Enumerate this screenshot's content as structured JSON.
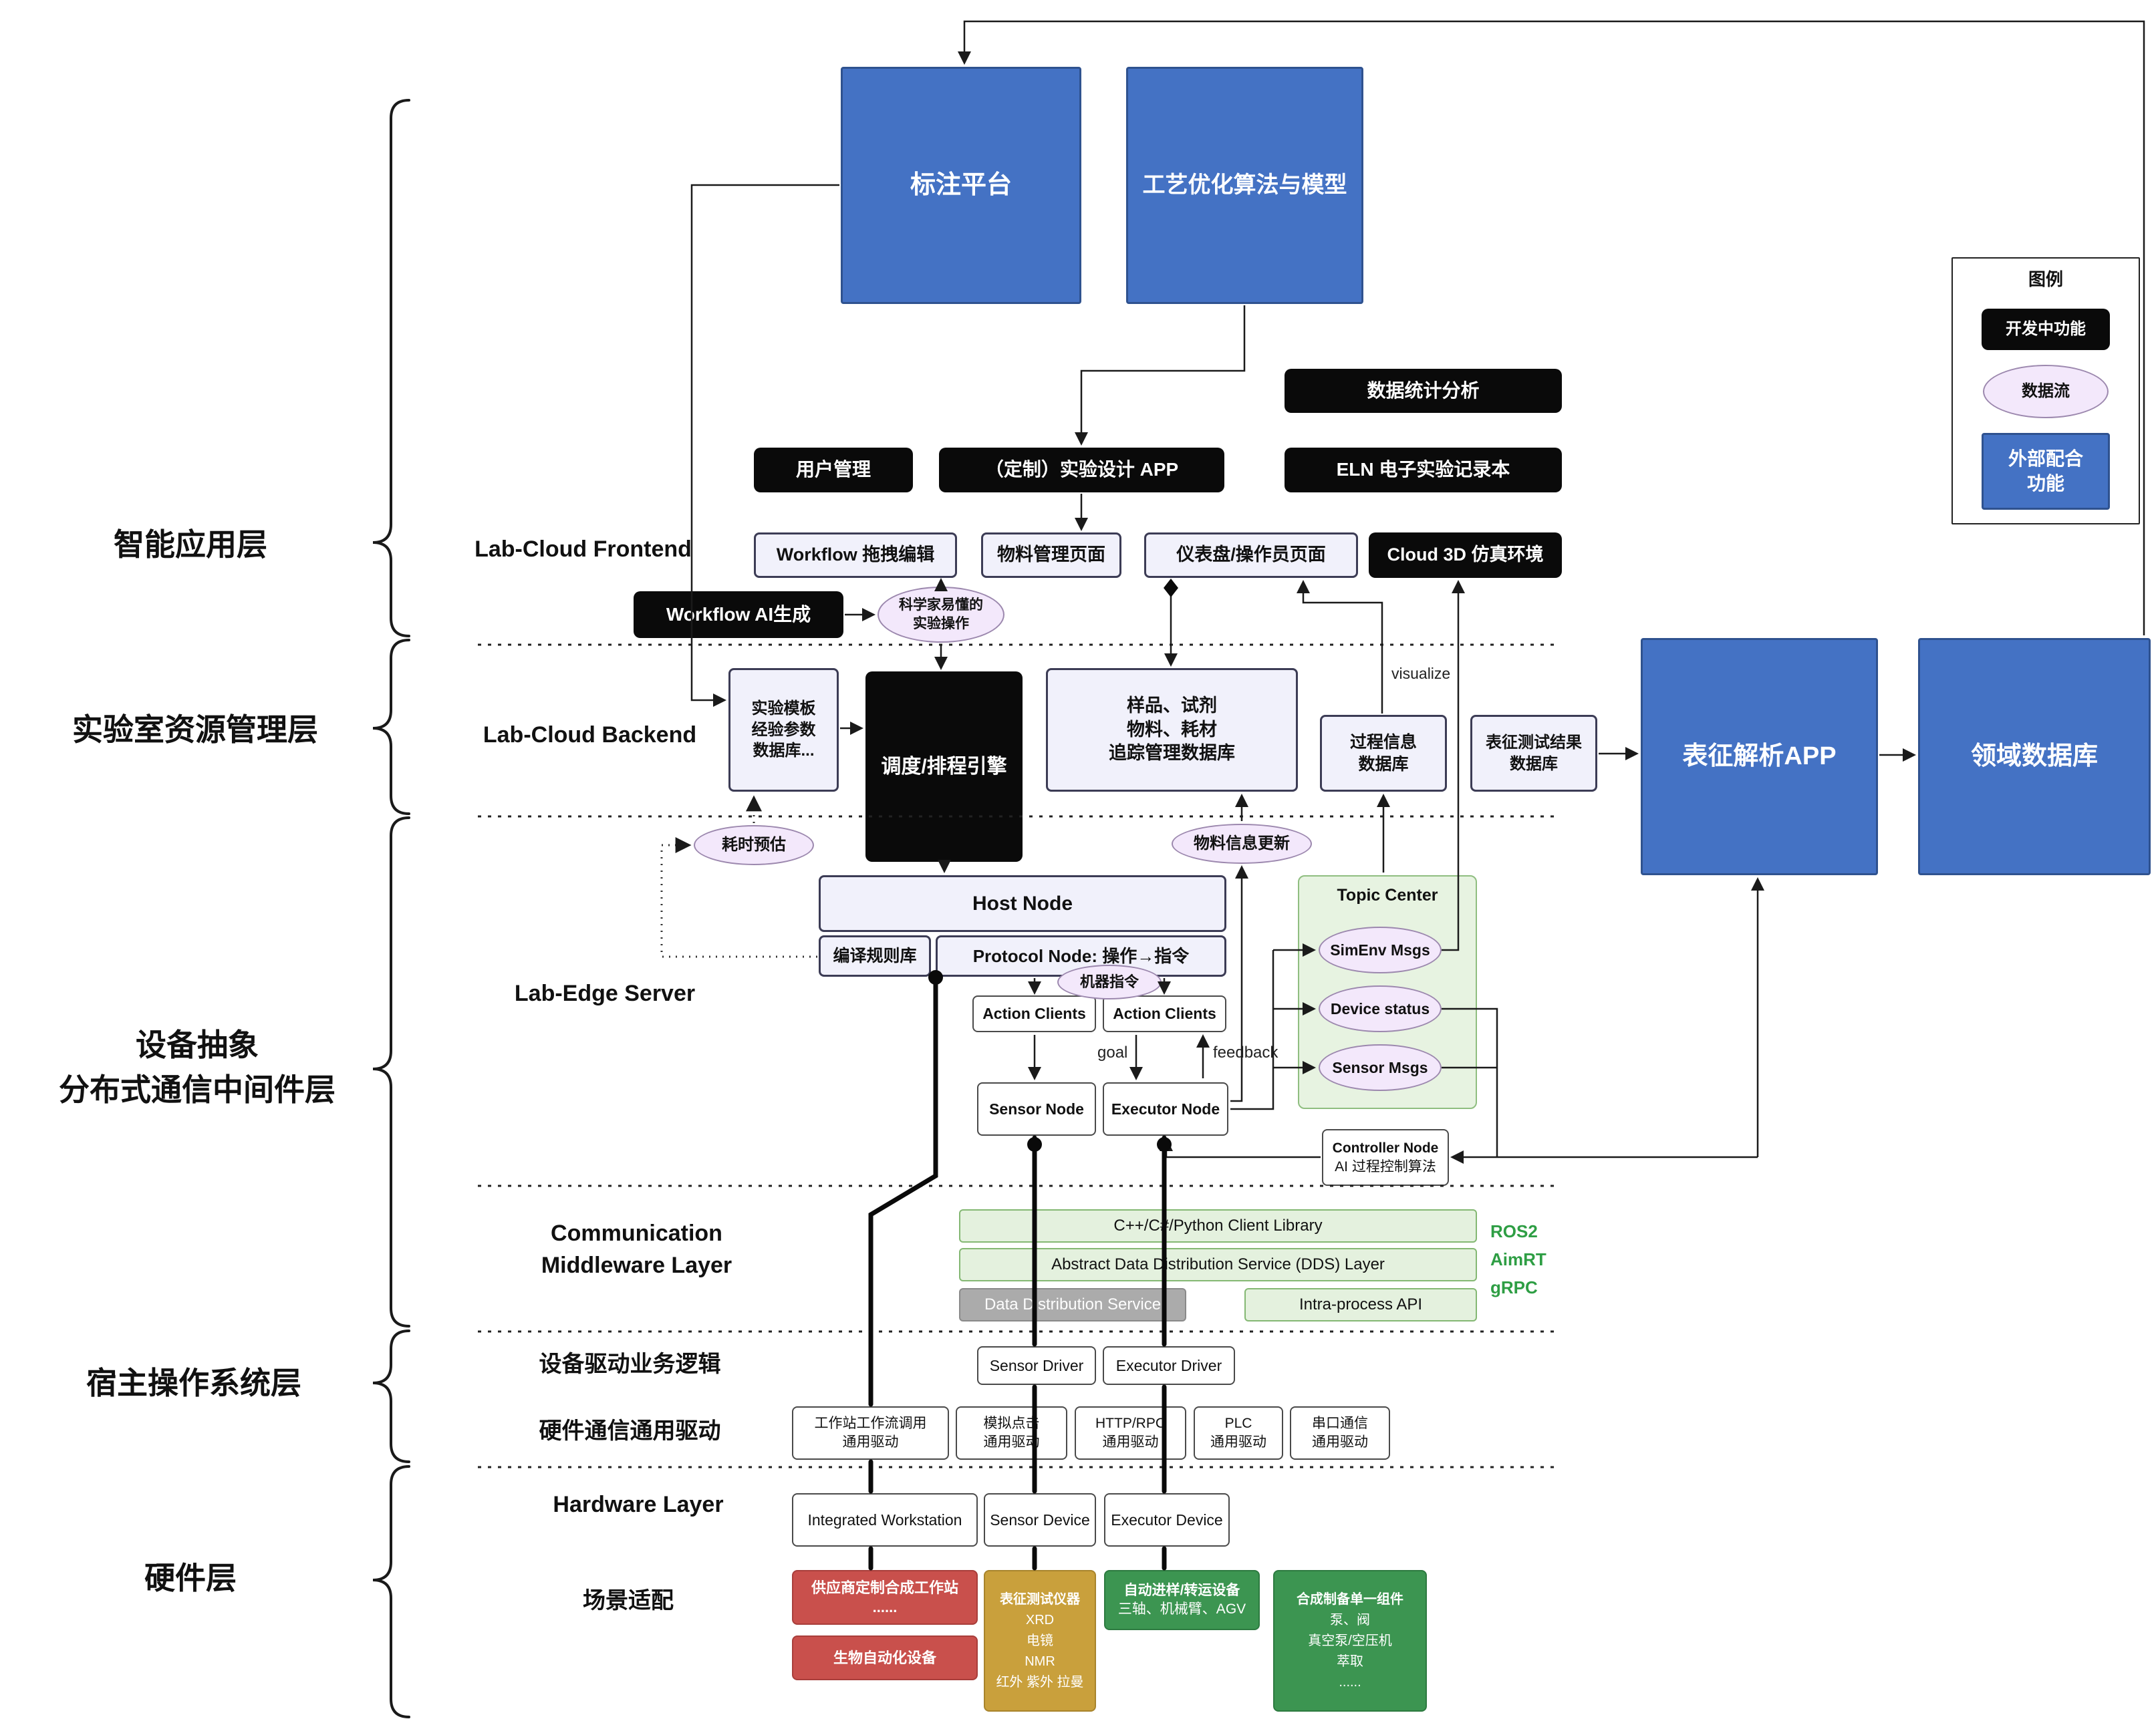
{
  "layer_labels": {
    "app": "智能应用层",
    "resource": "实验室资源管理层",
    "device_lines": [
      "设备抽象",
      "分布式通信中间件层"
    ],
    "host": "宿主操作系统层",
    "hardware": "硬件层"
  },
  "section_labels": {
    "frontend": "Lab-Cloud Frontend",
    "backend": "Lab-Cloud Backend",
    "edge": "Lab-Edge Server",
    "comm_lines": [
      "Communication",
      "Middleware Layer"
    ],
    "driver_logic": "设备驱动业务逻辑",
    "hw_comm": "硬件通信通用驱动",
    "hw_layer": "Hardware Layer",
    "scenario": "场景适配"
  },
  "legend": {
    "title": "图例",
    "developing": "开发中功能",
    "dataflow": "数据流",
    "external_lines": [
      "外部配合",
      "功能"
    ]
  },
  "edge_labels": {
    "visualize": "visualize",
    "goal": "goal",
    "feedback": "feedback"
  },
  "protocols": [
    "ROS2",
    "AimRT",
    "gRPC"
  ],
  "colors": {
    "external_blue": "#4472C4",
    "developing_black": "#0a0a0a",
    "dataflow_purple": "#f3e8fb",
    "topic_green": "#e7f3e1",
    "middleware_green": "#e4f1de",
    "hardware_red": "#c9504c",
    "hardware_gold": "#c9a03c",
    "hardware_green": "#3c9551",
    "protocol_text_green": "#2e9e44"
  },
  "nodes": {
    "annotation_platform": {
      "label": "标注平台"
    },
    "process_model": {
      "label": "工艺优化算法与模型"
    },
    "data_stats": {
      "label": "数据统计分析"
    },
    "user_mgmt": {
      "label": "用户管理"
    },
    "custom_design_app": {
      "label": "（定制）实验设计 APP"
    },
    "eln": {
      "label": "ELN 电子实验记录本"
    },
    "workflow_edit": {
      "label": "Workflow 拖拽编辑"
    },
    "material_page": {
      "label": "物料管理页面"
    },
    "dashboard": {
      "label": "仪表盘/操作员页面"
    },
    "cloud_3d": {
      "label": "Cloud 3D 仿真环境"
    },
    "workflow_ai": {
      "label": "Workflow AI生成"
    },
    "sci_ops": {
      "lines": [
        "科学家易懂的",
        "实验操作"
      ]
    },
    "template_db": {
      "lines": [
        "实验模板",
        "经验参数",
        "数据库..."
      ]
    },
    "scheduler": {
      "label": "调度/排程引擎"
    },
    "sample_db": {
      "lines": [
        "样品、试剂",
        "物料、耗材",
        "追踪管理数据库"
      ]
    },
    "process_db": {
      "lines": [
        "过程信息",
        "数据库"
      ]
    },
    "char_result_db": {
      "lines": [
        "表征测试结果",
        "数据库"
      ]
    },
    "char_app": {
      "label": "表征解析APP"
    },
    "domain_db": {
      "label": "领域数据库"
    },
    "time_estimate": {
      "label": "耗时预估"
    },
    "material_update": {
      "label": "物料信息更新"
    },
    "host_node": {
      "label": "Host Node"
    },
    "compile_rules": {
      "label": "编译规则库"
    },
    "protocol_node": {
      "label": "Protocol Node: 操作→指令"
    },
    "machine_instr": {
      "label": "机器指令"
    },
    "action_clients": {
      "label": "Action Clients"
    },
    "sensor_node": {
      "label": "Sensor Node"
    },
    "executor_node": {
      "label": "Executor Node"
    },
    "topic_center": {
      "label": "Topic Center"
    },
    "simenv_msgs": {
      "label": "SimEnv Msgs"
    },
    "device_status": {
      "label": "Device status"
    },
    "sensor_msgs": {
      "label": "Sensor Msgs"
    },
    "controller_node": {
      "lines": [
        "Controller Node",
        "AI 过程控制算法"
      ]
    },
    "client_lib": {
      "label": "C++/C#/Python Client Library"
    },
    "dds_layer": {
      "label": "Abstract Data Distribution Service (DDS) Layer"
    },
    "dds_service": {
      "label": "Data Distribution Service"
    },
    "intra_api": {
      "label": "Intra-process API"
    },
    "sensor_driver": {
      "label": "Sensor Driver"
    },
    "executor_driver": {
      "label": "Executor Driver"
    },
    "drv_workstation": {
      "lines": [
        "工作站工作流调用",
        "通用驱动"
      ]
    },
    "drv_click": {
      "lines": [
        "模拟点击",
        "通用驱动"
      ]
    },
    "drv_http": {
      "lines": [
        "HTTP/RPC",
        "通用驱动"
      ]
    },
    "drv_plc": {
      "lines": [
        "PLC",
        "通用驱动"
      ]
    },
    "drv_serial": {
      "lines": [
        "串口通信",
        "通用驱动"
      ]
    },
    "integrated_ws": {
      "label": "Integrated Workstation"
    },
    "sensor_device": {
      "label": "Sensor Device"
    },
    "executor_device": {
      "label": "Executor Device"
    },
    "vendor_ws": {
      "lines": [
        "供应商定制合成工作站",
        "......"
      ]
    },
    "bio_auto": {
      "label": "生物自动化设备"
    },
    "char_instruments": {
      "lines": [
        "表征测试仪器",
        "XRD",
        "电镜",
        "NMR",
        "红外 紫外 拉曼"
      ]
    },
    "transfer_devices": {
      "lines": [
        "自动进样/转运设备",
        "三轴、机械臂、AGV"
      ]
    },
    "synth_components": {
      "lines": [
        "合成制备单一组件",
        "泵、阀",
        "真空泵/空压机",
        "萃取",
        "......"
      ]
    }
  }
}
